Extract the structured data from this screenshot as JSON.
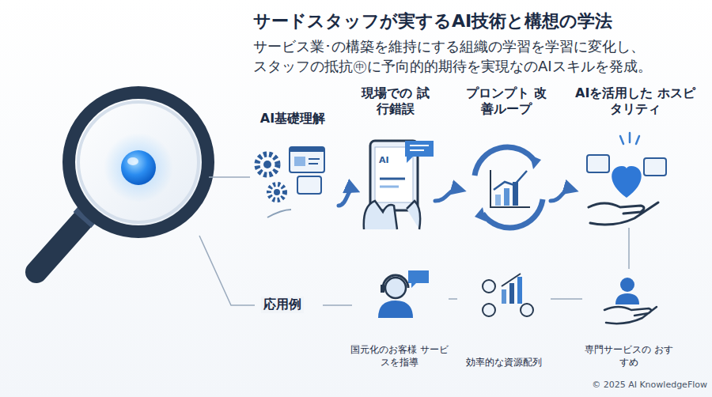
{
  "diagram": {
    "title": "サードスタッフが実するAI技術と構想の学法",
    "caption": "サービス業･の構築を維持にする組織の学習を学習に変化し、 スタッフの抵抗㊥に予向的的期待を実現なのAIスキルを発成。",
    "nodes": [
      {
        "text": [
          "AI基礎理解"
        ]
      },
      {
        "text": [
          "現場での 試行錯誤"
        ]
      },
      {
        "text": [
          "プロンプト 改善ループ"
        ]
      },
      {
        "text": [
          "AIを活用した ホスピタリティ"
        ]
      },
      {
        "text": [
          "国元化のお客様 サービスを指導"
        ]
      },
      {
        "text": [
          "効率的な資源配列"
        ]
      },
      {
        "text": [
          "専門サービスの おすすめ"
        ]
      }
    ],
    "edges": [
      {
        "from": 0,
        "to": 1,
        "arrow": "to"
      },
      {
        "from": 1,
        "to": 2,
        "arrow": "to"
      },
      {
        "from": 2,
        "to": 3,
        "arrow": "to"
      },
      {
        "from": 3,
        "to": 6,
        "arrow": "none"
      },
      {
        "from": 4,
        "to": 5,
        "arrow": "none"
      },
      {
        "from": 5,
        "to": 6,
        "arrow": "none"
      }
    ],
    "labels": [
      "応用例",
      "AI",
      "© 2025 AI KnowledgeFlow"
    ]
  }
}
